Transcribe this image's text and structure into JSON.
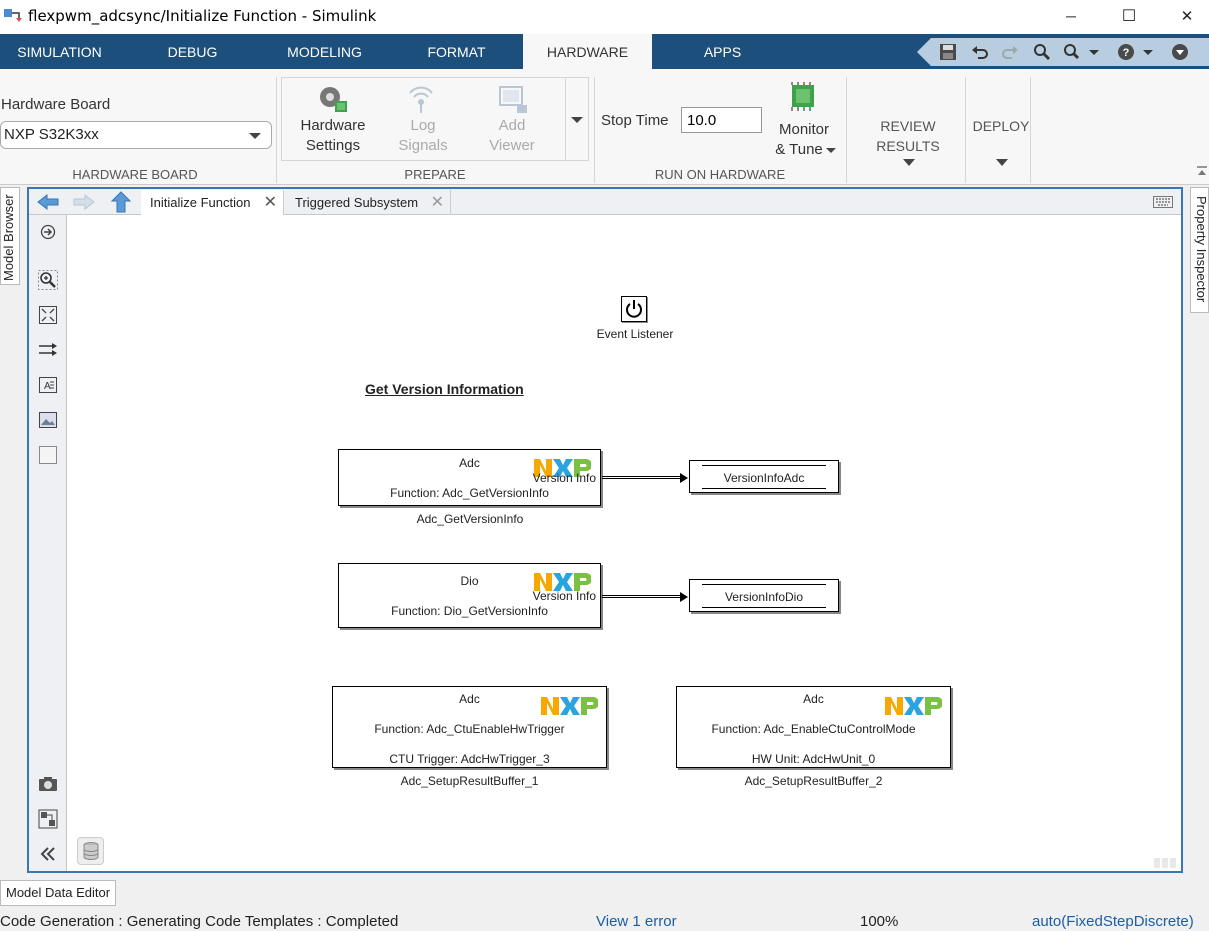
{
  "window": {
    "title": "flexpwm_adcsync/Initialize Function - Simulink",
    "minimize_glyph": "─",
    "maximize_glyph": "☐",
    "close_glyph": "✕"
  },
  "ribbon_tabs": [
    "SIMULATION",
    "DEBUG",
    "MODELING",
    "FORMAT",
    "HARDWARE",
    "APPS"
  ],
  "active_tab": "HARDWARE",
  "quick_access_icons": [
    "save-icon",
    "undo-icon",
    "redo-icon",
    "find-icon",
    "more-options-icon",
    "help-icon",
    "collapse-ribbon-icon"
  ],
  "ribbon": {
    "hardware_board": {
      "label": "Hardware Board",
      "selected": "NXP S32K3xx",
      "group_title": "HARDWARE BOARD"
    },
    "prepare": {
      "hardware_settings": [
        "Hardware",
        "Settings"
      ],
      "log_signals": [
        "Log",
        "Signals"
      ],
      "add_viewer": [
        "Add",
        "Viewer"
      ],
      "group_title": "PREPARE"
    },
    "run_on_hardware": {
      "stop_time_label": "Stop Time",
      "stop_time_value": "10.0",
      "monitor_tune": [
        "Monitor",
        "& Tune"
      ],
      "group_title": "RUN ON HARDWARE"
    },
    "review_results": "REVIEW RESULTS",
    "deploy": "DEPLOY"
  },
  "side_panels": {
    "left": "Model Browser",
    "right": "Property Inspector"
  },
  "editor_tabs": [
    {
      "label": "Initialize Function",
      "active": true
    },
    {
      "label": "Triggered Subsystem",
      "active": false
    }
  ],
  "canvas": {
    "event_listener": "Event Listener",
    "annotation": "Get Version Information",
    "blocks": [
      {
        "line1": "Adc",
        "port": "Version Info",
        "line2": "Function: Adc_GetVersionInfo",
        "name": "Adc_GetVersionInfo"
      },
      {
        "line1": "Dio",
        "port": "Version Info",
        "line2": "Function: Dio_GetVersionInfo",
        "name": ""
      },
      {
        "line1": "Adc",
        "line2": "Function: Adc_CtuEnableHwTrigger",
        "line3": "CTU Trigger: AdcHwTrigger_3",
        "name": "Adc_SetupResultBuffer_1"
      },
      {
        "line1": "Adc",
        "line2": "Function: Adc_EnableCtuControlMode",
        "line3": "HW Unit: AdcHwUnit_0",
        "name": "Adc_SetupResultBuffer_2"
      }
    ],
    "stores": [
      "VersionInfoAdc",
      "VersionInfoDio"
    ]
  },
  "model_data_editor": "Model Data Editor",
  "status": {
    "message": "Code Generation : Generating Code Templates : Completed",
    "errors": "View 1 error",
    "zoom": "100%",
    "solver": "auto(FixedStepDiscrete)"
  },
  "colors": {
    "tabstrip": "#1d4f7c",
    "editor_border": "#3a76b5",
    "link": "#1a5ea8",
    "nxp_orange": "#f7a800",
    "nxp_blue": "#2aa4dd",
    "nxp_green": "#7ac143"
  }
}
